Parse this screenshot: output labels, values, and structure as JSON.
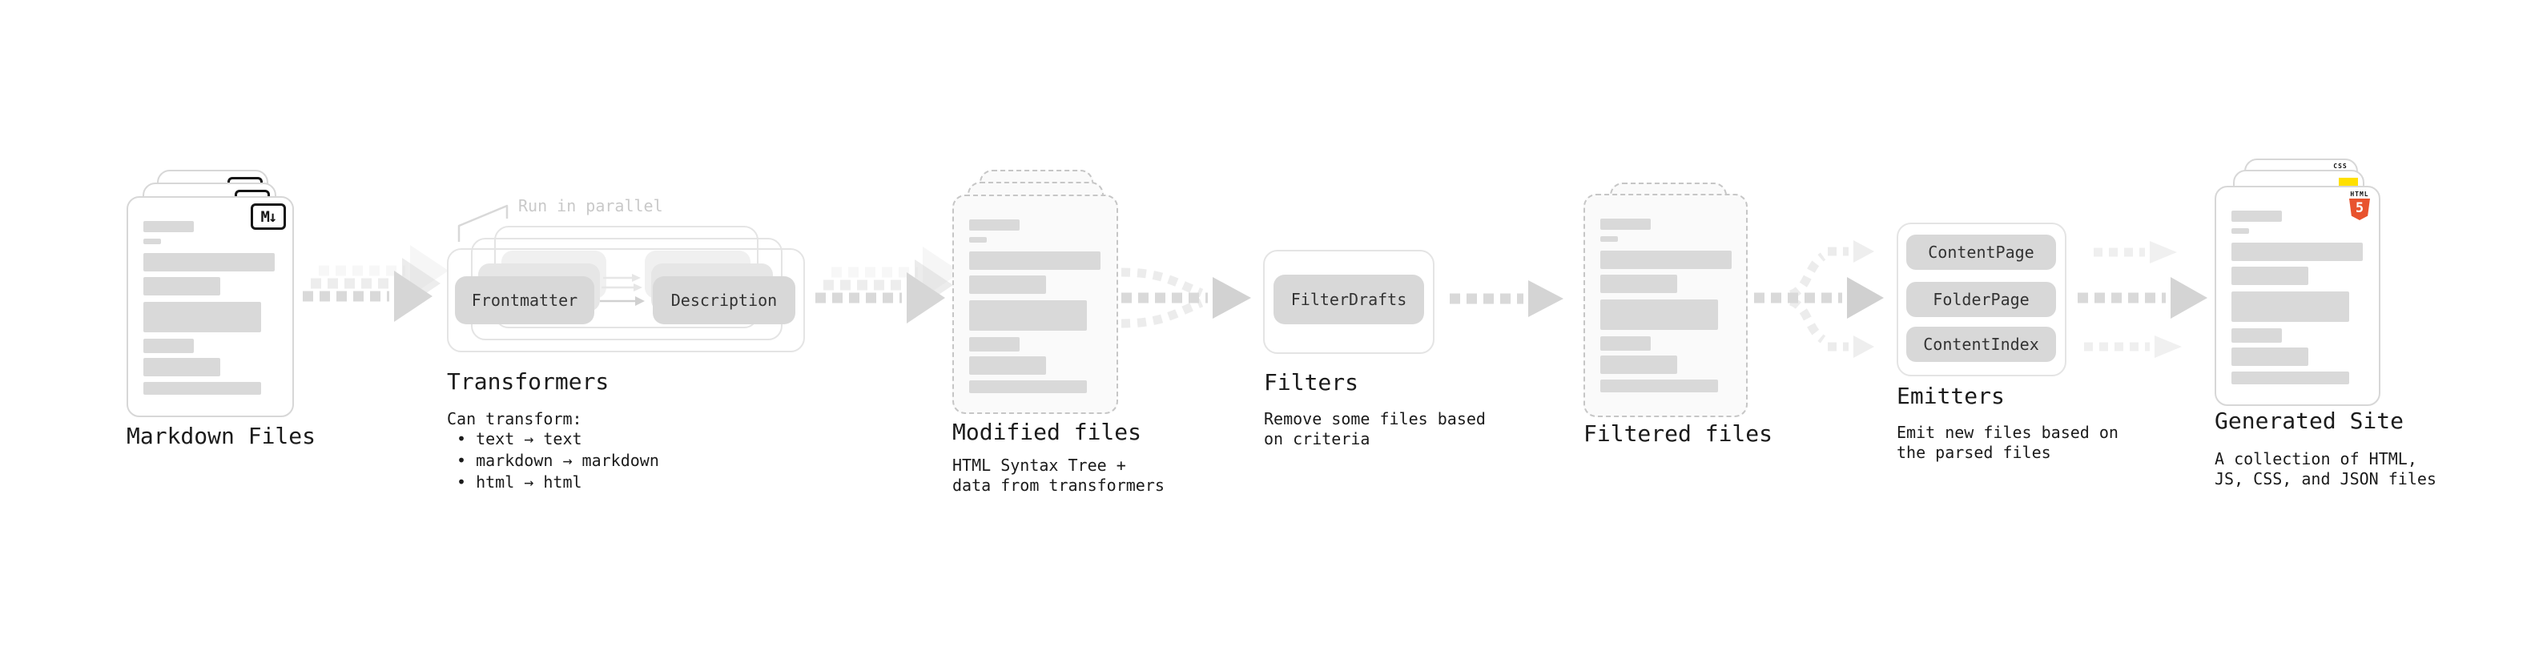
{
  "stages": {
    "markdown": {
      "label": "Markdown Files"
    },
    "transformers": {
      "label": "Transformers",
      "note": "Run in parallel",
      "buttons": [
        "Frontmatter",
        "Description"
      ],
      "desc_title": "Can transform:",
      "bullets": [
        "• text → text",
        "• markdown → markdown",
        "• html → html"
      ]
    },
    "modified": {
      "label": "Modified files",
      "desc": [
        "HTML Syntax Tree +",
        "data from transformers"
      ]
    },
    "filters": {
      "label": "Filters",
      "buttons": [
        "FilterDrafts"
      ],
      "desc": [
        "Remove some files based",
        "on criteria"
      ]
    },
    "filtered": {
      "label": "Filtered files"
    },
    "emitters": {
      "label": "Emitters",
      "buttons": [
        "ContentPage",
        "FolderPage",
        "ContentIndex"
      ],
      "desc": [
        "Emit new files based on",
        "the parsed files"
      ]
    },
    "generated": {
      "label": "Generated Site",
      "desc": [
        "A collection of HTML,",
        "JS, CSS, and JSON files"
      ]
    }
  },
  "icons": {
    "markdown_badge": "M↓",
    "html5_word": "HTML",
    "html5_digit": "5",
    "css_word": "CSS"
  },
  "colors": {
    "html5_orange": "#e8532e",
    "js_yellow": "#ffe000",
    "css_blue": "#2965f1",
    "bar_gray": "#d9d9d9",
    "annotation_gray": "#c9c9c9",
    "ink": "#1b1b1b"
  }
}
